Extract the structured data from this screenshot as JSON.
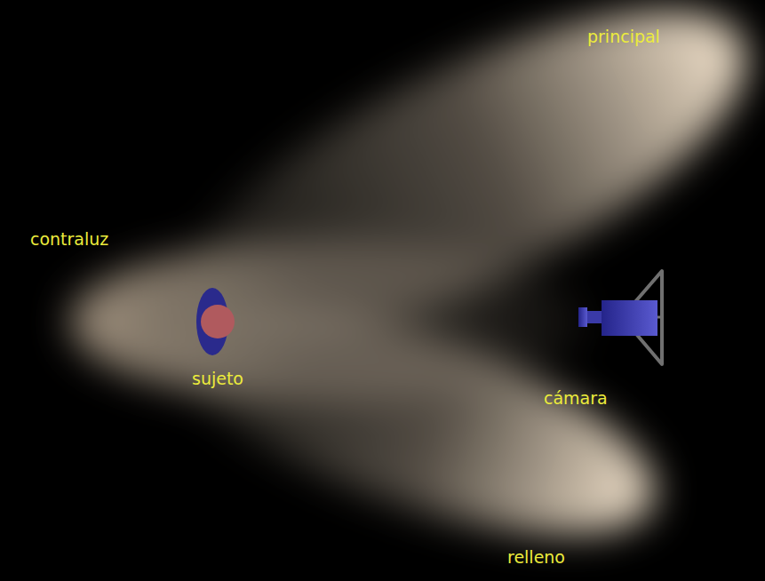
{
  "diagram": {
    "labels": [
      "principal",
      "contraluz",
      "sujeto",
      "cámara",
      "relleno"
    ]
  }
}
